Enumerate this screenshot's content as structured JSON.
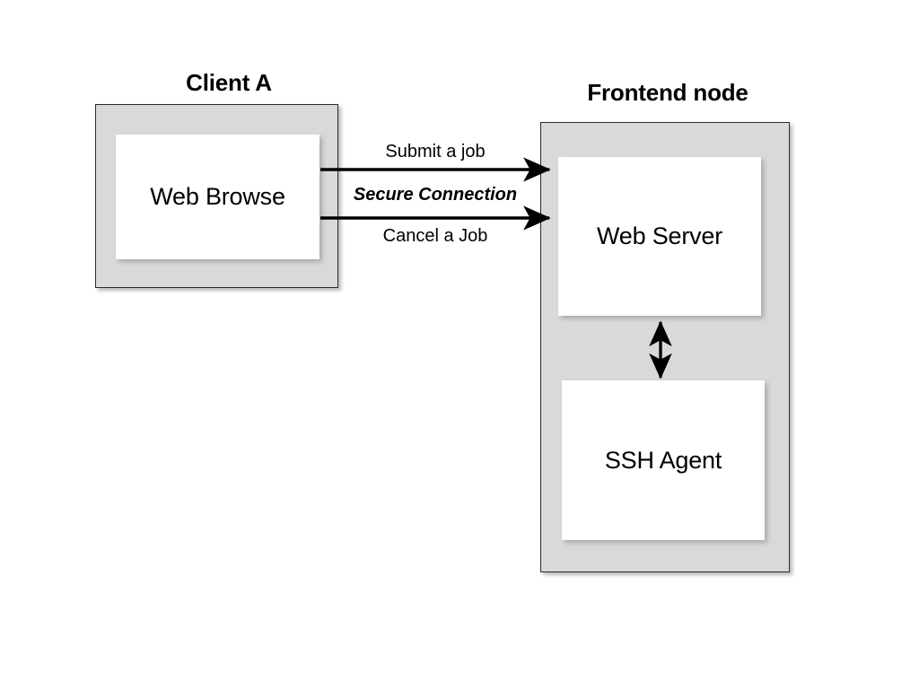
{
  "diagram": {
    "title": "",
    "background_color": "#ffffff",
    "group_fill_color": "#d9d9d9",
    "component_fill_color": "#ffffff",
    "line_color": "#000000",
    "groups": [
      {
        "id": "client-a",
        "title": "Client A",
        "components": [
          {
            "id": "web-browse",
            "label": "Web Browse"
          }
        ]
      },
      {
        "id": "frontend-node",
        "title": "Frontend node",
        "components": [
          {
            "id": "web-server",
            "label": "Web Server"
          },
          {
            "id": "ssh-agent",
            "label": "SSH Agent"
          }
        ]
      }
    ],
    "connectors": [
      {
        "id": "submit-job",
        "label": "Submit a job",
        "from": "web-browse",
        "to": "web-server",
        "direction": "one-way",
        "style": "normal"
      },
      {
        "id": "secure-connection",
        "label": "Secure Connection",
        "from": "client-a",
        "to": "frontend-node",
        "direction": "annotation",
        "style": "bold-italic"
      },
      {
        "id": "cancel-job",
        "label": "Cancel a Job",
        "from": "web-browse",
        "to": "web-server",
        "direction": "one-way",
        "style": "normal"
      },
      {
        "id": "server-agent",
        "label": "",
        "from": "web-server",
        "to": "ssh-agent",
        "direction": "two-way",
        "style": "normal"
      }
    ]
  }
}
